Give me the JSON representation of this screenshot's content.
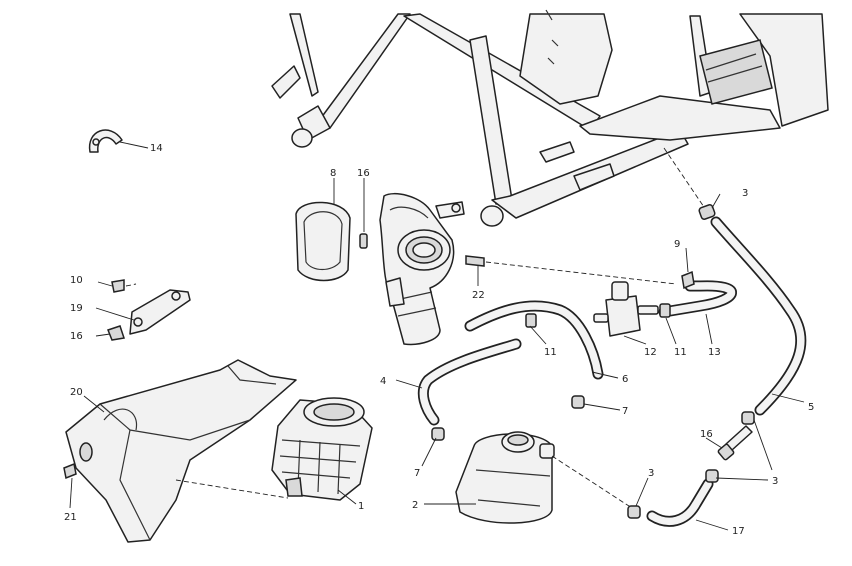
{
  "diagram": {
    "callouts": {
      "c1": "1",
      "c2": "2",
      "c3a": "3",
      "c3b": "3",
      "c3c": "3",
      "c4": "4",
      "c5": "5",
      "c6": "6",
      "c7a": "7",
      "c7b": "7",
      "c8": "8",
      "c9": "9",
      "c10": "10",
      "c11a": "11",
      "c11b": "11",
      "c12": "12",
      "c13": "13",
      "c14": "14",
      "c16a": "16",
      "c16b": "16",
      "c16c": "16",
      "c17": "17",
      "c19": "19",
      "c20": "20",
      "c21": "21",
      "c22": "22"
    }
  }
}
